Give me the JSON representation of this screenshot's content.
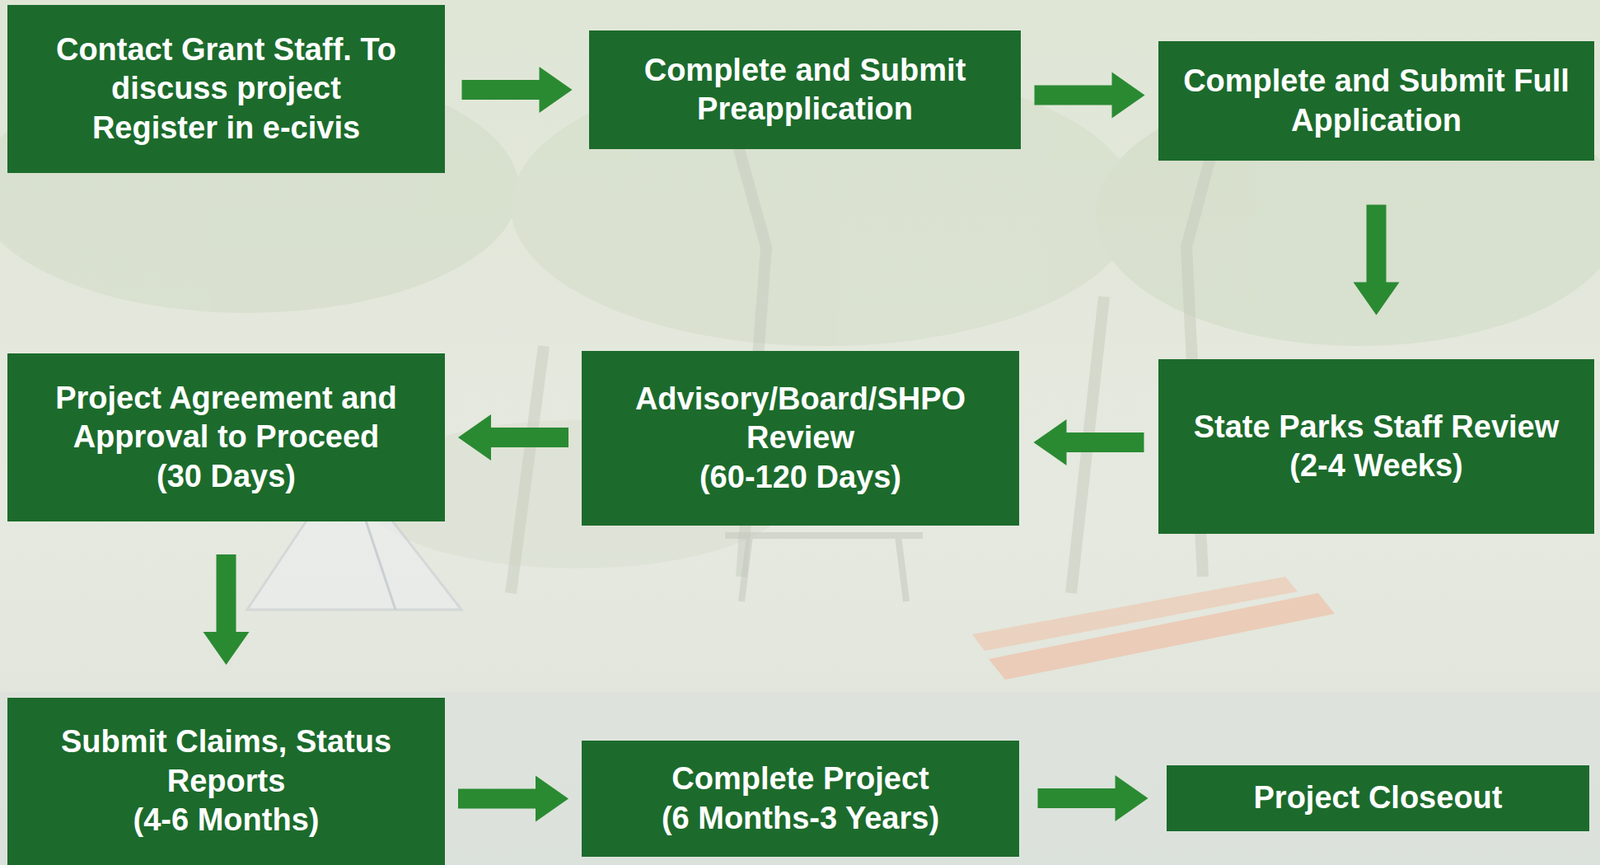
{
  "diagram": {
    "nodes": [
      {
        "text": [
          "Contact Grant Staff. To discuss project Register in e-civis"
        ]
      },
      {
        "text": [
          "Complete and Submit Preapplication"
        ]
      },
      {
        "text": [
          "Complete and Submit Full Application"
        ]
      },
      {
        "text": [
          "State Parks Staff Review",
          "(2-4 Weeks)"
        ]
      },
      {
        "text": [
          "Advisory/Board/SHPO Review",
          "(60-120 Days)"
        ]
      },
      {
        "text": [
          "Project Agreement and Approval to Proceed",
          "(30 Days)"
        ]
      },
      {
        "text": [
          "Submit Claims, Status Reports",
          "(4-6 Months)"
        ]
      },
      {
        "text": [
          "Complete Project",
          "(6 Months-3 Years)"
        ]
      },
      {
        "text": [
          "Project Closeout"
        ]
      }
    ],
    "edges": [
      {
        "from": 0,
        "to": 1,
        "arrow": "to"
      },
      {
        "from": 1,
        "to": 2,
        "arrow": "to"
      },
      {
        "from": 2,
        "to": 3,
        "arrow": "to"
      },
      {
        "from": 3,
        "to": 4,
        "arrow": "to"
      },
      {
        "from": 4,
        "to": 5,
        "arrow": "to"
      },
      {
        "from": 5,
        "to": 6,
        "arrow": "to"
      },
      {
        "from": 6,
        "to": 7,
        "arrow": "to"
      },
      {
        "from": 7,
        "to": 8,
        "arrow": "to"
      }
    ]
  }
}
